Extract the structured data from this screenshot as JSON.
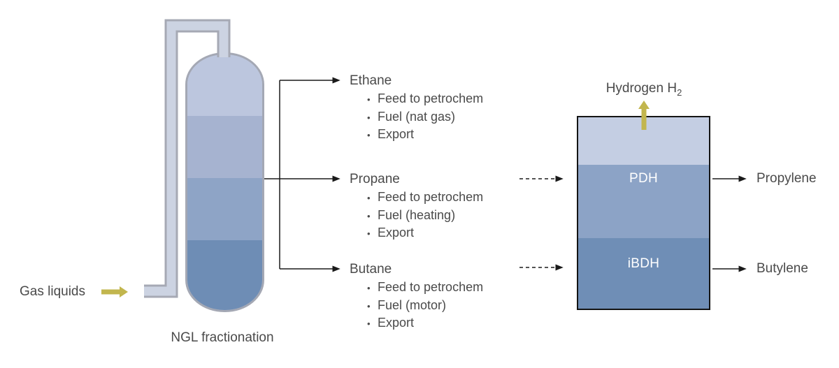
{
  "diagram": {
    "source_label": "Gas liquids",
    "column_caption": "NGL fractionation",
    "products": [
      {
        "name": "Ethane",
        "bullets": [
          "Feed to petrochem",
          "Fuel (nat gas)",
          "Export"
        ]
      },
      {
        "name": "Propane",
        "bullets": [
          "Feed to petrochem",
          "Fuel (heating)",
          "Export"
        ]
      },
      {
        "name": "Butane",
        "bullets": [
          "Feed to petrochem",
          "Fuel (motor)",
          "Export"
        ]
      }
    ],
    "unit": {
      "hydrogen": {
        "text": "Hydrogen H",
        "sub": "2"
      },
      "sections": [
        {
          "label": "",
          "output": ""
        },
        {
          "label": "PDH",
          "output": "Propylene"
        },
        {
          "label": "iBDH",
          "output": "Butylene"
        }
      ]
    },
    "colors": {
      "accent_arrow": "#c2b64e",
      "connector": "#1a1a1a",
      "column_bands": [
        "#bcc6de",
        "#a6b3d0",
        "#8ea4c6",
        "#6e8db5"
      ],
      "unit_bands": [
        "#c4cee3",
        "#8ca3c6",
        "#6f8eb6"
      ],
      "pipe_fill": "#ccd3e2",
      "pipe_outline": "#a6a9b4"
    }
  }
}
